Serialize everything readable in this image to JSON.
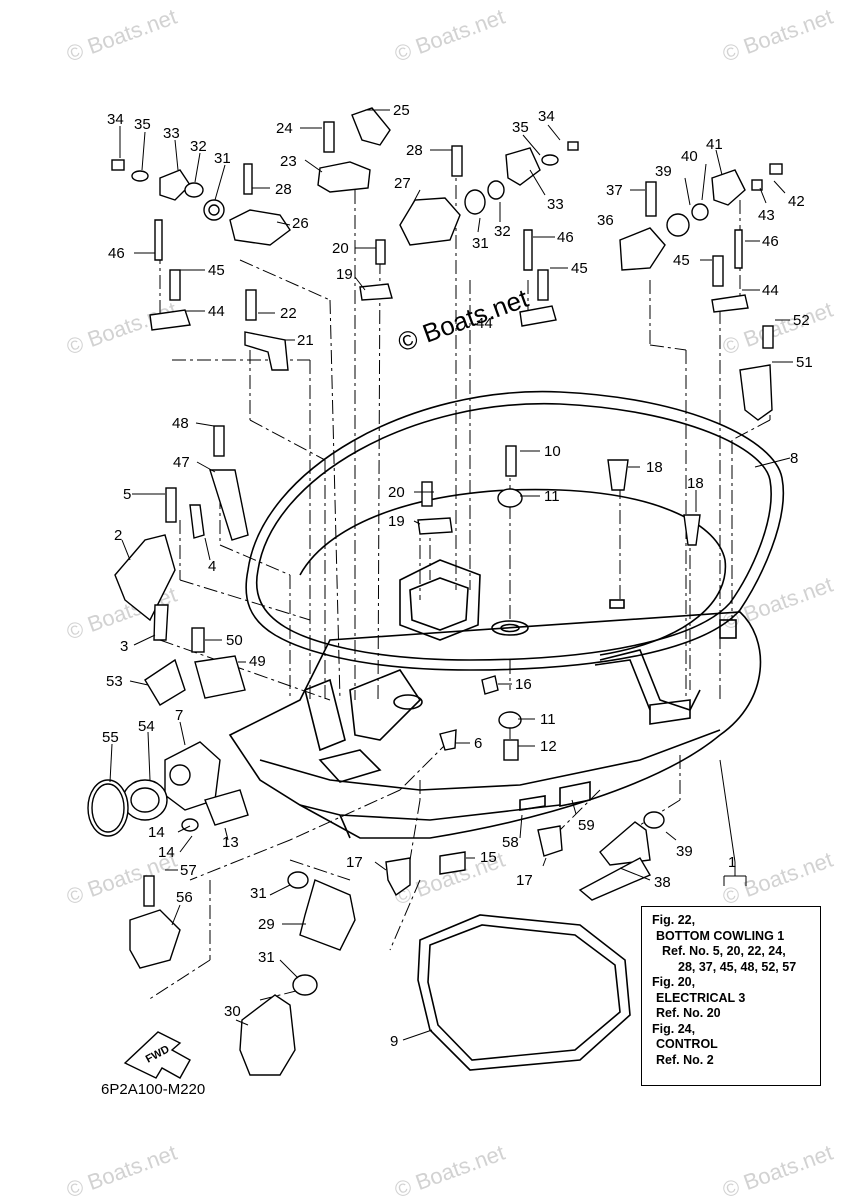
{
  "watermark": "© Boats.net",
  "diagram_code": "6P2A100-M220",
  "fwd_label": "FWD",
  "reference_lines": [
    "Fig. 22,",
    "BOTTOM COWLING 1",
    "Ref. No. 5, 20, 22, 24,",
    "28, 37, 45, 48, 52, 57",
    "Fig. 20,",
    "ELECTRICAL 3",
    "Ref. No. 20",
    "Fig. 24,",
    "CONTROL",
    "Ref. No. 2"
  ],
  "part_numbers": [
    "34",
    "35",
    "33",
    "32",
    "31",
    "28",
    "26",
    "24",
    "25",
    "23",
    "27",
    "20",
    "19",
    "22",
    "21",
    "46",
    "45",
    "44",
    "36",
    "37",
    "39",
    "40",
    "41",
    "42",
    "43",
    "51",
    "52",
    "8",
    "48",
    "47",
    "5",
    "2",
    "4",
    "3",
    "10",
    "11",
    "18",
    "50",
    "49",
    "53",
    "7",
    "54",
    "55",
    "16",
    "6",
    "12",
    "14",
    "13",
    "17",
    "15",
    "58",
    "59",
    "38",
    "57",
    "56",
    "29",
    "30",
    "9",
    "1"
  ],
  "colors": {
    "line": "#000000",
    "watermark": "#d2d2d2",
    "background": "#ffffff"
  }
}
